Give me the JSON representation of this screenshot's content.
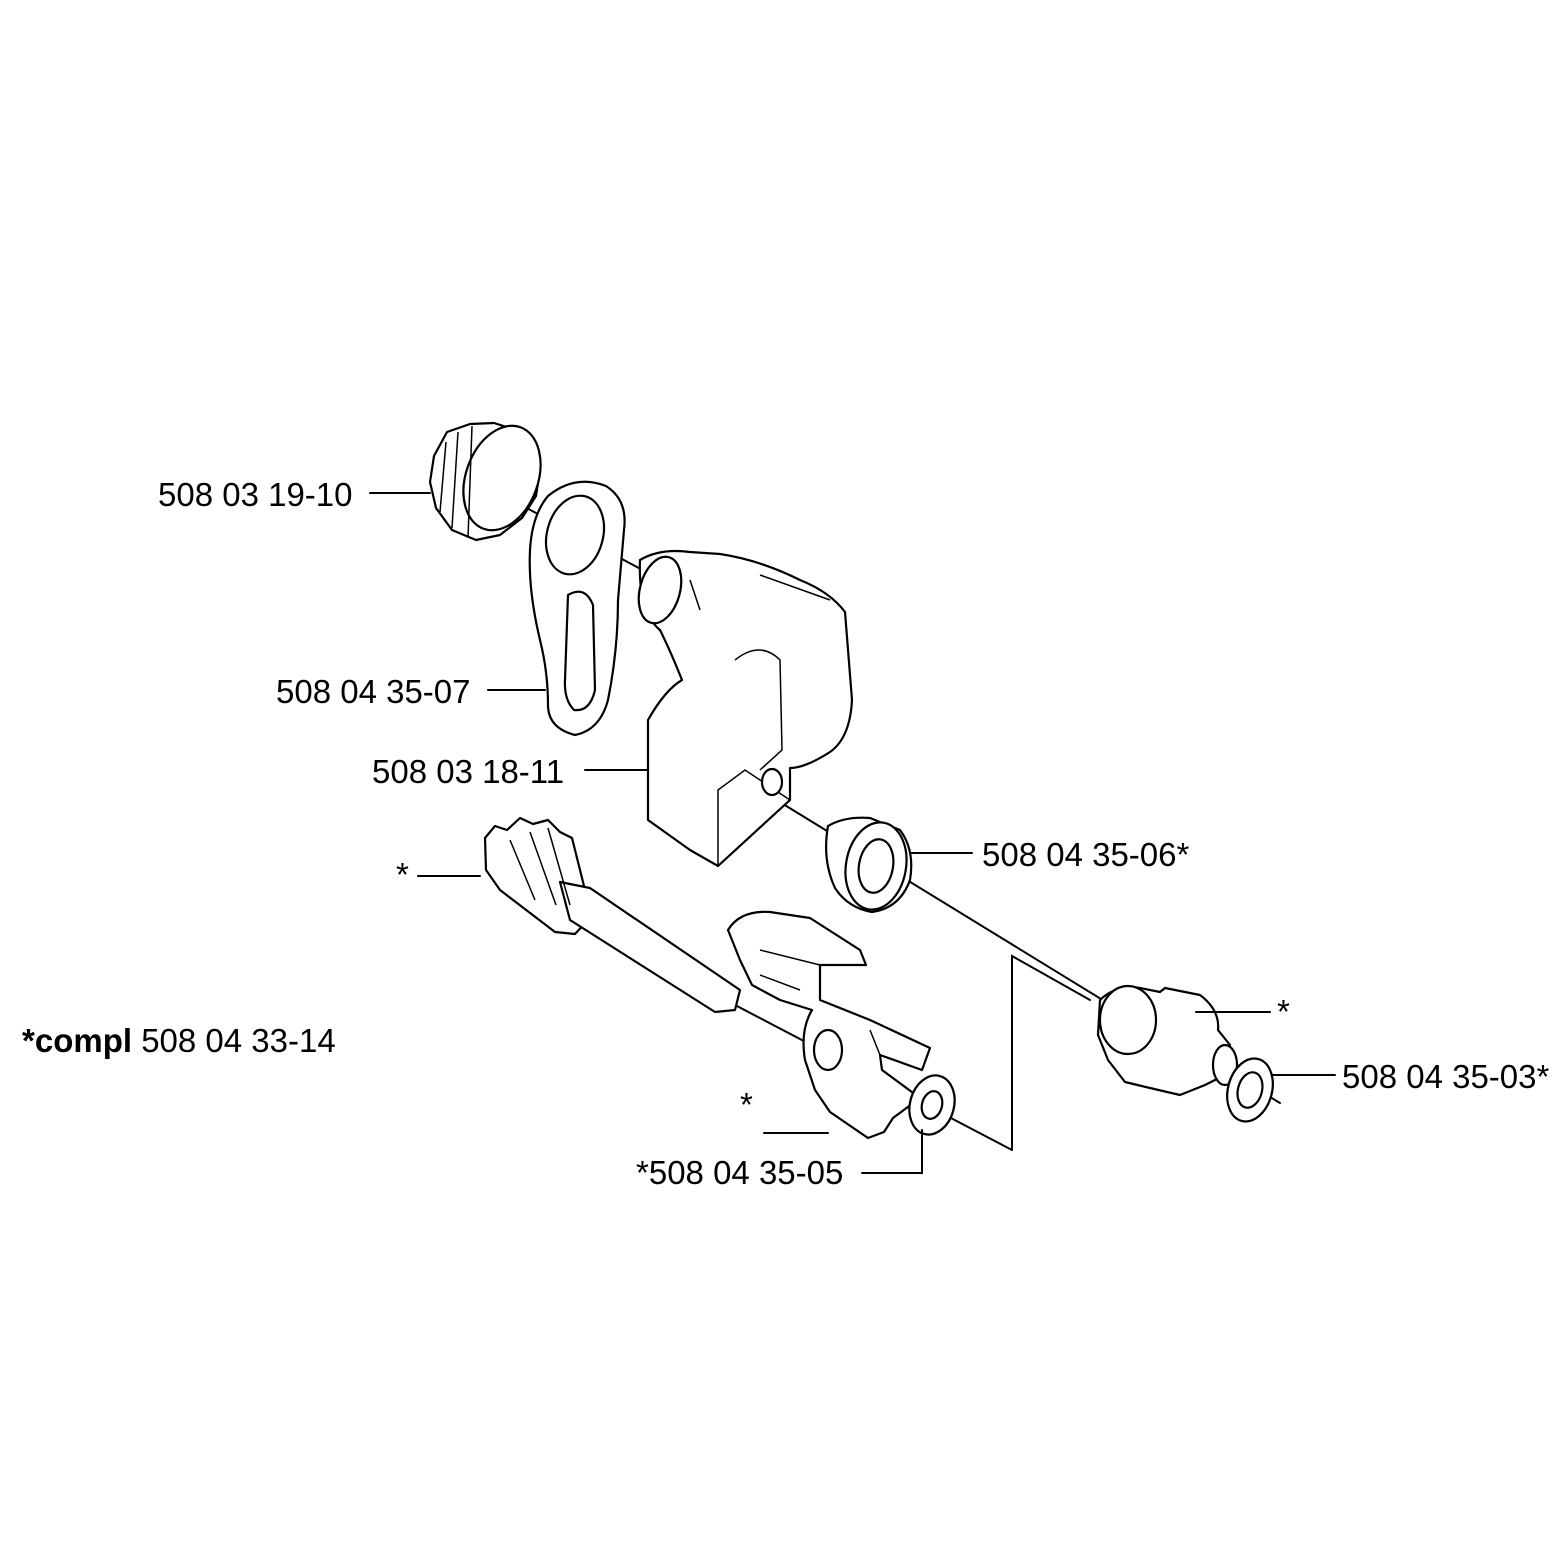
{
  "labels": {
    "knob": "508 03 19-10",
    "lever": "508 04 35-07",
    "housing": "508 03 18-11",
    "bushing": "508 04 35-06*",
    "gear_star": "*",
    "cam_star": "*",
    "nut_star": "*",
    "compl_prefix": "*compl",
    "compl_number": "508 04 33-14",
    "washer_left": "*508 04 35-05",
    "washer_right": "508 04 35-03*"
  }
}
